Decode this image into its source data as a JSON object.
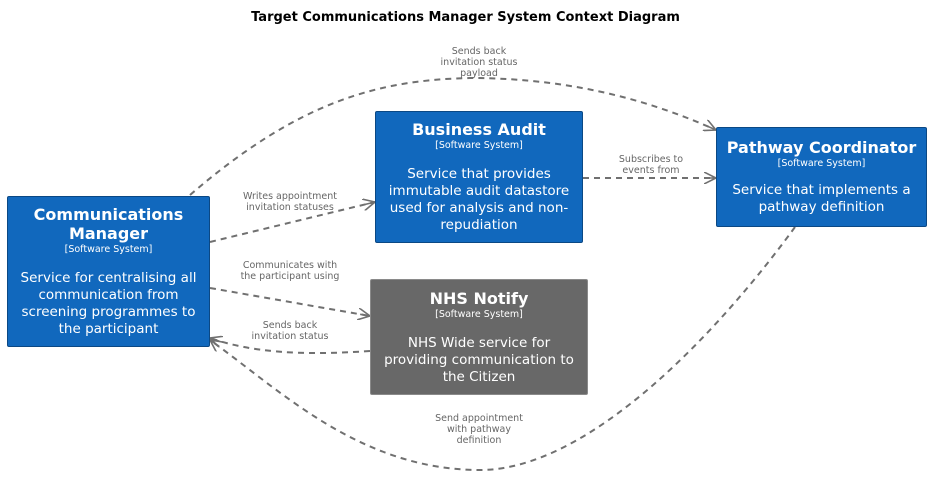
{
  "title": "Target Communications Manager System Context Diagram",
  "nodes": {
    "comms": {
      "name": "Communications Manager",
      "type": "[Software System]",
      "desc": "Service for centralising all communication from screening programmes to the participant",
      "color": "#1168bd"
    },
    "audit": {
      "name": "Business Audit",
      "type": "[Software System]",
      "desc": "Service that provides immutable audit datastore used for analysis and non-repudiation",
      "color": "#1168bd"
    },
    "notify": {
      "name": "NHS Notify",
      "type": "[Software System]",
      "desc": "NHS Wide service for providing communication to the Citizen",
      "color": "#686868"
    },
    "pathway": {
      "name": "Pathway Coordinator",
      "type": "[Software System]",
      "desc": "Service that implements a pathway definition",
      "color": "#1168bd"
    }
  },
  "edges": {
    "comms_pathway": "Sends back invitation status payload",
    "comms_audit": "Writes appointment invitation statuses",
    "audit_pathway": "Subscribes to events from",
    "comms_notify": "Communicates with the participant using",
    "notify_comms": "Sends back invitation status",
    "pathway_comms": "Send appointment with pathway definition"
  }
}
